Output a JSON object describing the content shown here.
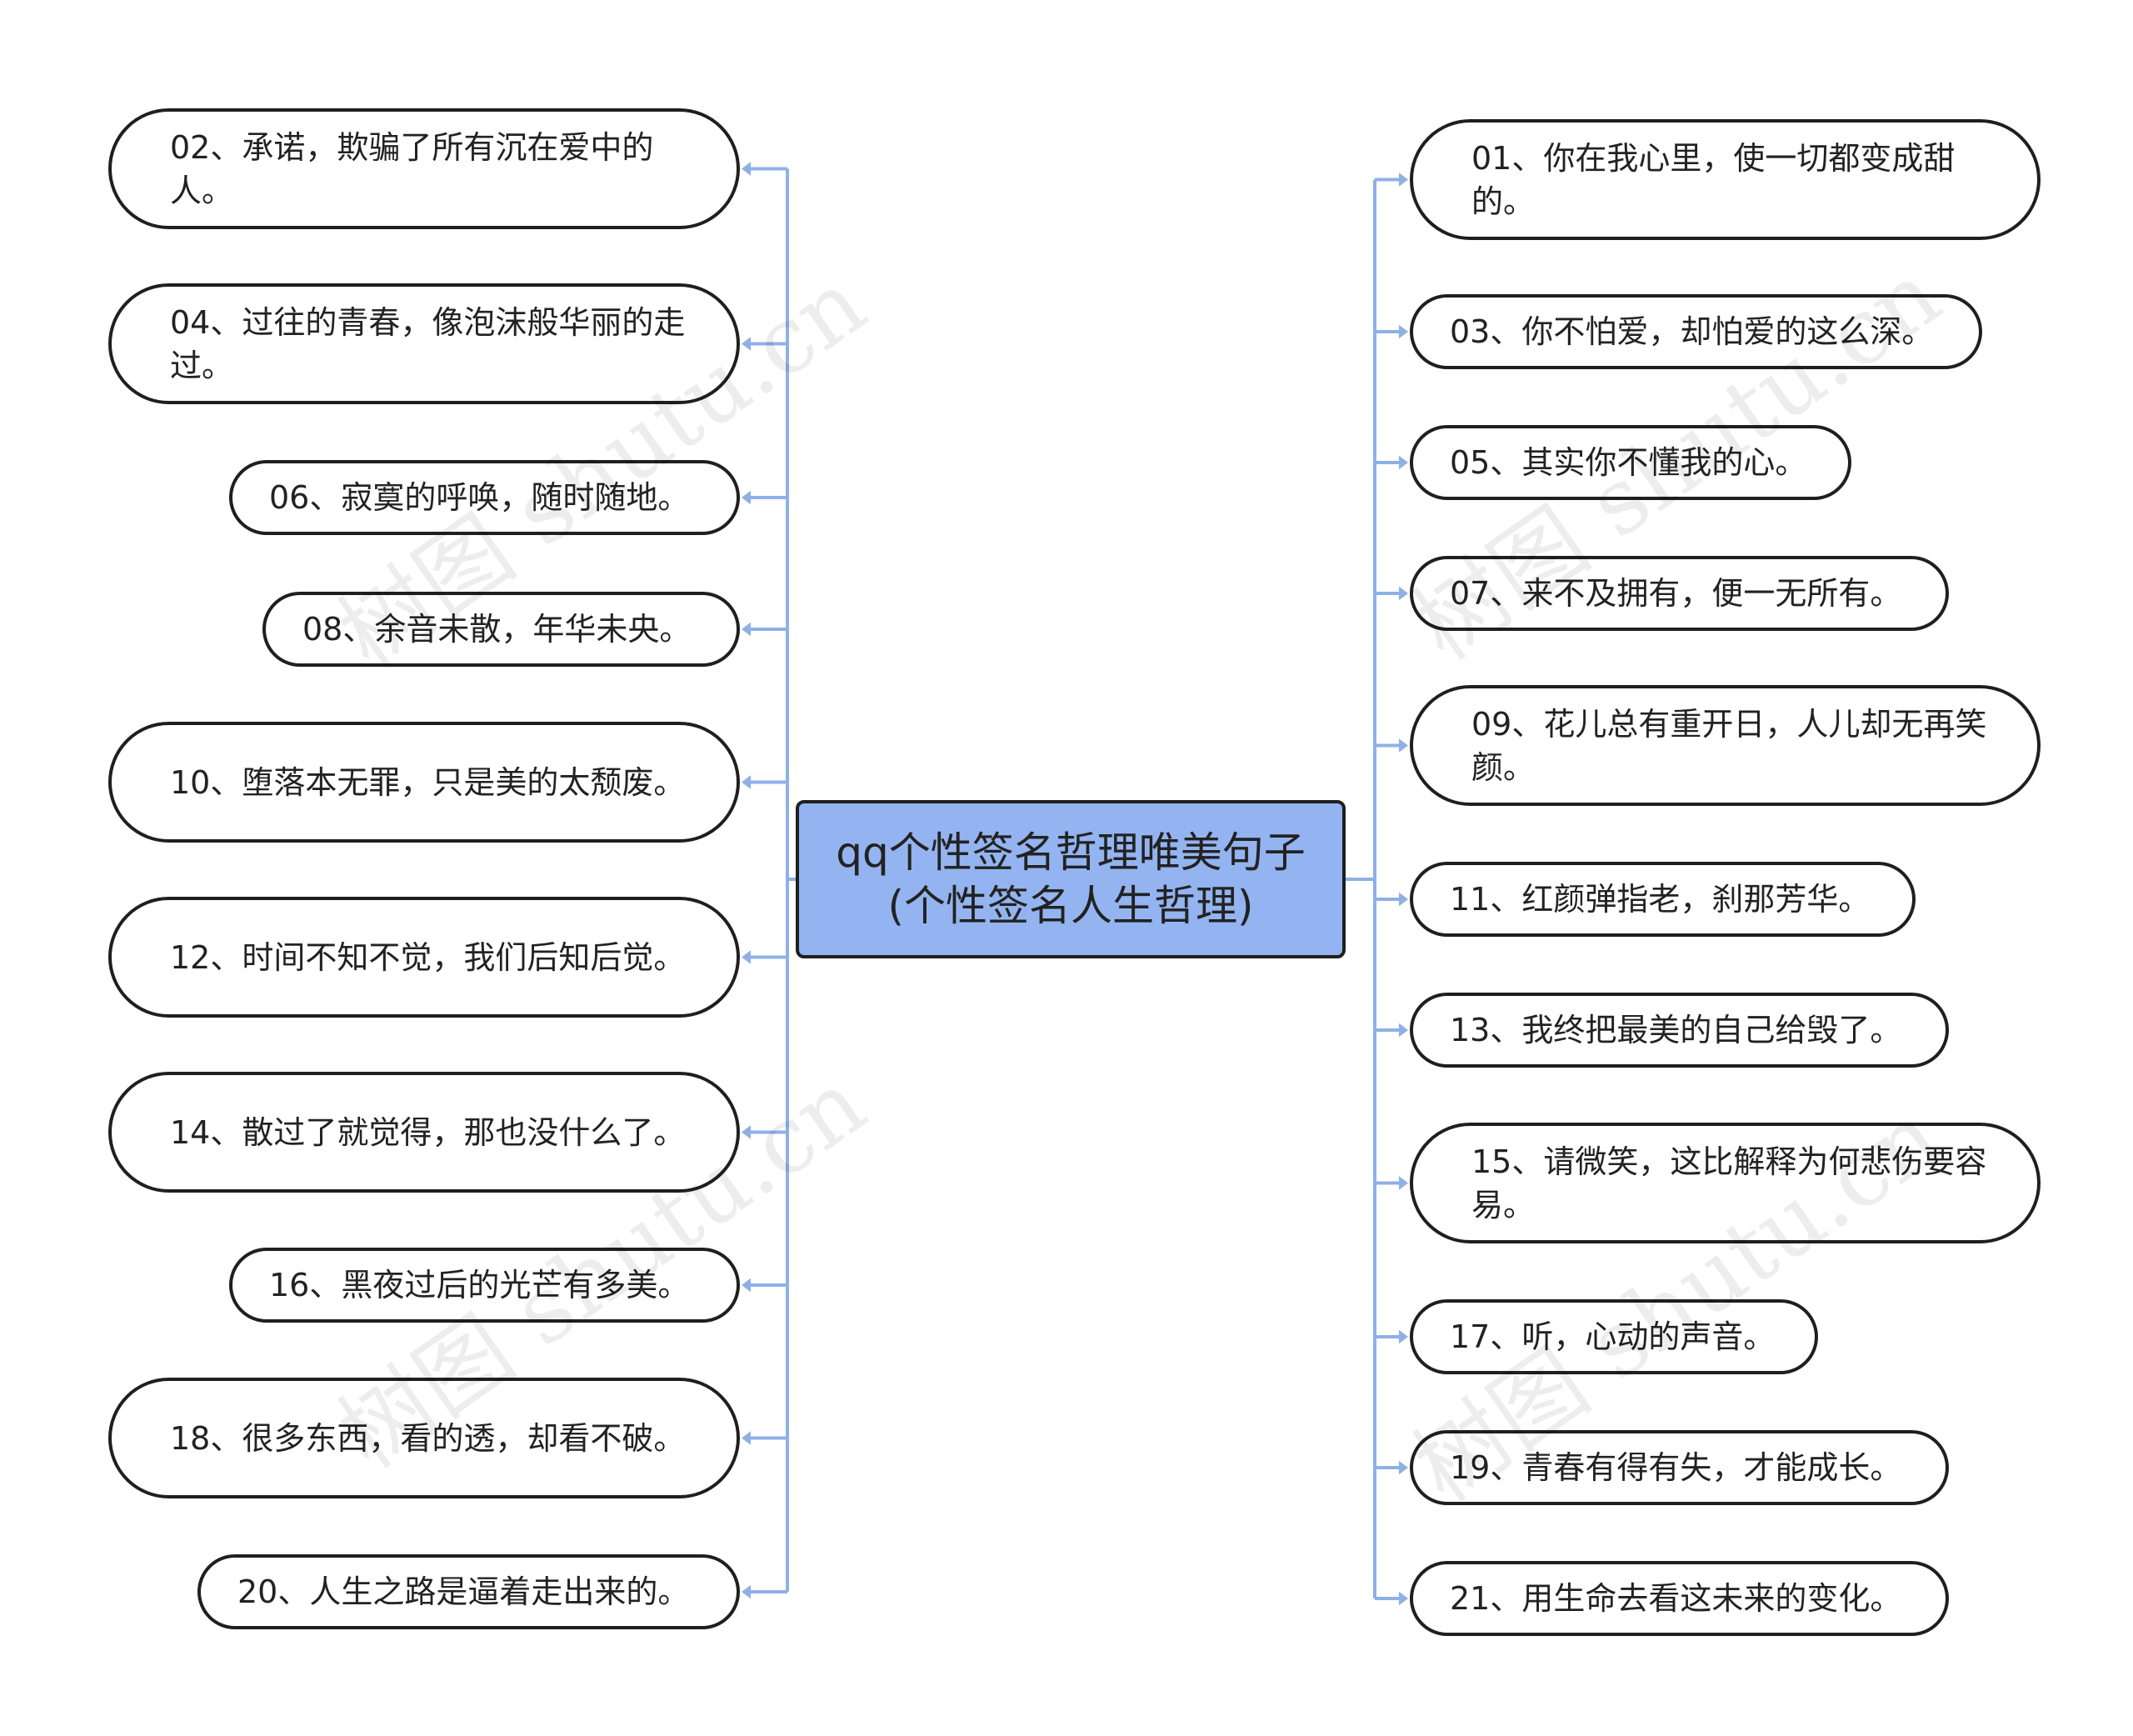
{
  "center": {
    "title": "qq个性签名哲理唯美句子(个性签名人生哲理)"
  },
  "left_items": [
    "02、承诺，欺骗了所有沉在爱中的人。",
    "04、过往的青春，像泡沫般华丽的走过。",
    "06、寂寞的呼唤，随时随地。",
    "08、余音未散，年华未央。",
    "10、堕落本无罪，只是美的太颓废。",
    "12、时间不知不觉，我们后知后觉。",
    "14、散过了就觉得，那也没什么了。",
    "16、黑夜过后的光芒有多美。",
    "18、很多东西，看的透，却看不破。",
    "20、人生之路是逼着走出来的。"
  ],
  "right_items": [
    "01、你在我心里，使一切都变成甜的。",
    "03、你不怕爱，却怕爱的这么深。",
    "05、其实你不懂我的心。",
    "07、来不及拥有，便一无所有。",
    "09、花儿总有重开日，人儿却无再笑颜。",
    "11、红颜弹指老，刹那芳华。",
    "13、我终把最美的自己给毁了。",
    "15、请微笑，这比解释为何悲伤要容易。",
    "17、听，心动的声音。",
    "19、青春有得有失，才能成长。",
    "21、用生命去看这未来的变化。"
  ],
  "watermark": "树图 shutu.cn",
  "colors": {
    "connector": "#8fb0e6",
    "center_fill": "#93b4f0",
    "node_border": "#1f1f1f"
  }
}
